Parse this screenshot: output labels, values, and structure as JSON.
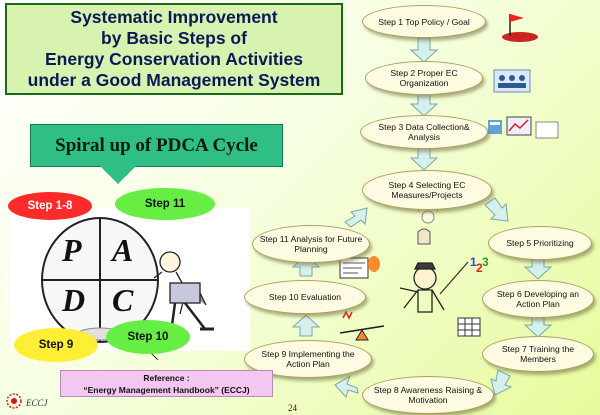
{
  "title": {
    "lines": [
      "Systematic Improvement",
      "by Basic Steps of",
      "Energy Conservation Activities",
      "under a Good Management System"
    ]
  },
  "pdca": {
    "heading": "Spiral up of PDCA Cycle",
    "letters": [
      "P",
      "A",
      "D",
      "C"
    ],
    "clouds": [
      {
        "label": "Step 1-8",
        "color": "#ff2a2a"
      },
      {
        "label": "Step 11",
        "color": "#66ee44"
      },
      {
        "label": "Step 9",
        "color": "#ffee33"
      },
      {
        "label": "Step 10",
        "color": "#66ee44"
      }
    ]
  },
  "steps": [
    "Step 1 Top Policy / Goal",
    "Step 2 Proper EC Organization",
    "Step 3 Data Collection& Analysis",
    "Step 4 Selecting EC Measures/Projects",
    "Step 5 Prioritizing",
    "Step  6 Developing an Action Plan",
    "Step 7 Training the Members",
    "Step 8  Awareness Raising & Motivation",
    "Step 9 Implementing the Action Plan",
    "Step 10 Evaluation",
    "Step 11 Analysis for Future Planning"
  ],
  "reference": {
    "line1": "Reference :",
    "line2": "“Energy Management Handbook”  (ECCJ)"
  },
  "footer": {
    "org": "ECCJ",
    "page_number": "24"
  },
  "colors": {
    "title_text": "#0a1a55",
    "pdca_box": "#2fbf86",
    "arrow": "#d4f0ec"
  }
}
